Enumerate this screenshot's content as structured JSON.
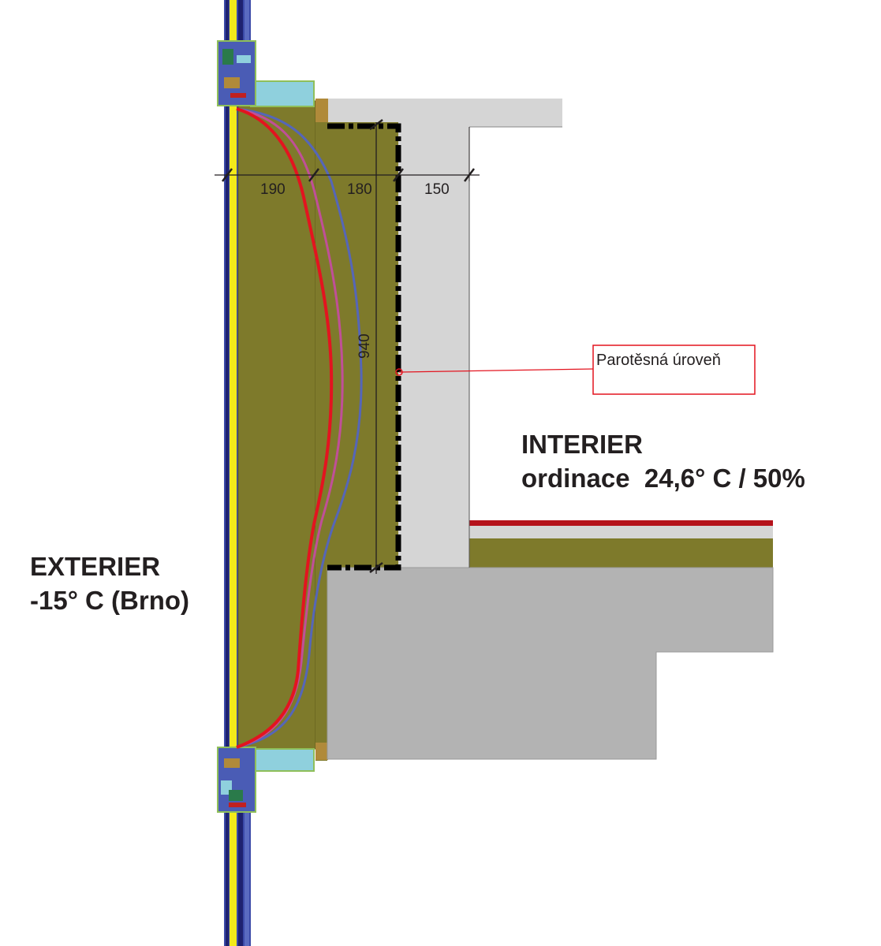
{
  "dimensions": {
    "d1": "190",
    "d2": "180",
    "d3": "150",
    "height": "940"
  },
  "callout": {
    "label": "Parotěsná úroveň"
  },
  "interior": {
    "title": "INTERIER",
    "conditions": "ordinace  24,6° C / 50%"
  },
  "exterior": {
    "title": "EXTERIER",
    "conditions": "-15° C (Brno)"
  },
  "colors": {
    "insulation": "#7e7a2b",
    "concrete_light": "#d5d5d5",
    "concrete_dark": "#b3b3b3",
    "glass": "#8fd0dd",
    "isotherm_red": "#e3141f",
    "isotherm_magenta": "#c04f98",
    "isotherm_blue": "#5566b8",
    "vapor_barrier": "#000000"
  }
}
